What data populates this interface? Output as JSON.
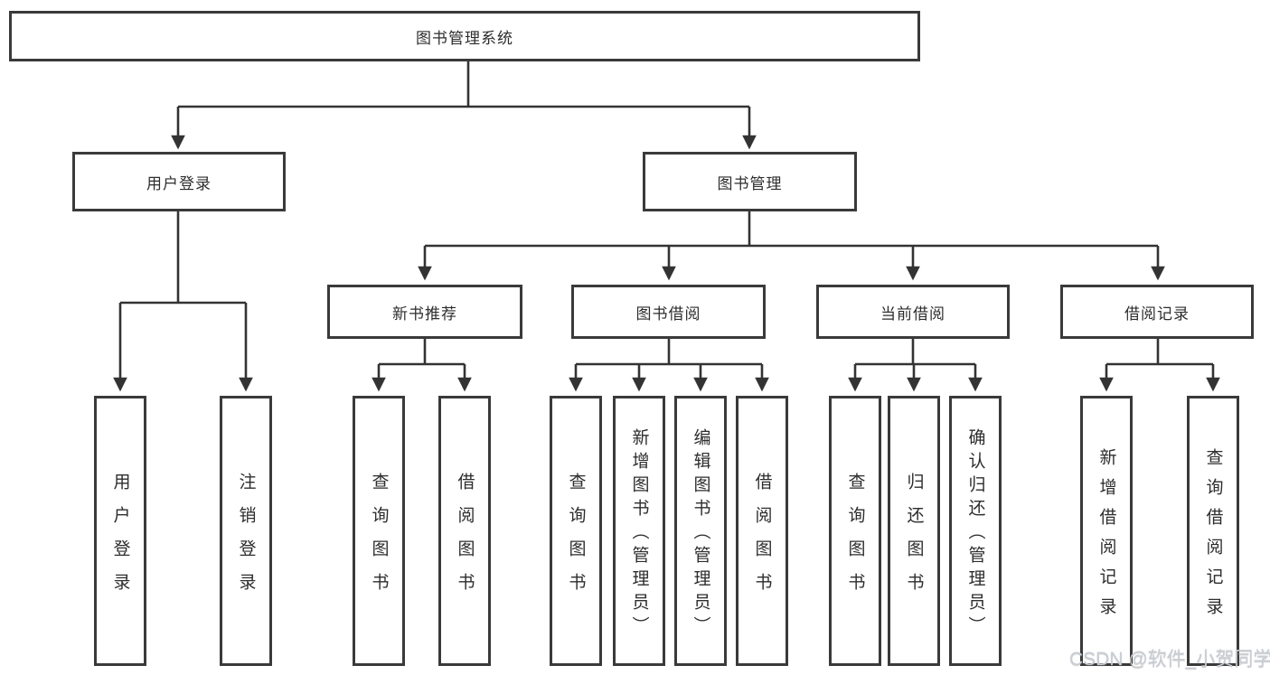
{
  "diagram": {
    "root": {
      "label": "图书管理系统"
    },
    "level2": {
      "user_login": {
        "label": "用户登录"
      },
      "book_management": {
        "label": "图书管理"
      }
    },
    "user_login_children": [
      {
        "label": "用户登录"
      },
      {
        "label": "注销登录"
      }
    ],
    "book_management_groups": [
      {
        "label": "新书推荐",
        "children": [
          {
            "label": "查询图书"
          },
          {
            "label": "借阅图书"
          }
        ]
      },
      {
        "label": "图书借阅",
        "children": [
          {
            "label": "查询图书"
          },
          {
            "label": "新增图书（管理员）"
          },
          {
            "label": "编辑图书（管理员）"
          },
          {
            "label": "借阅图书"
          }
        ]
      },
      {
        "label": "当前借阅",
        "children": [
          {
            "label": "查询图书"
          },
          {
            "label": "归还图书"
          },
          {
            "label": "确认归还（管理员）"
          }
        ]
      },
      {
        "label": "借阅记录",
        "children": [
          {
            "label": "新增借阅记录"
          },
          {
            "label": "查询借阅记录"
          }
        ]
      }
    ]
  },
  "watermark": {
    "text": "CSDN @软件_小贺同学"
  }
}
